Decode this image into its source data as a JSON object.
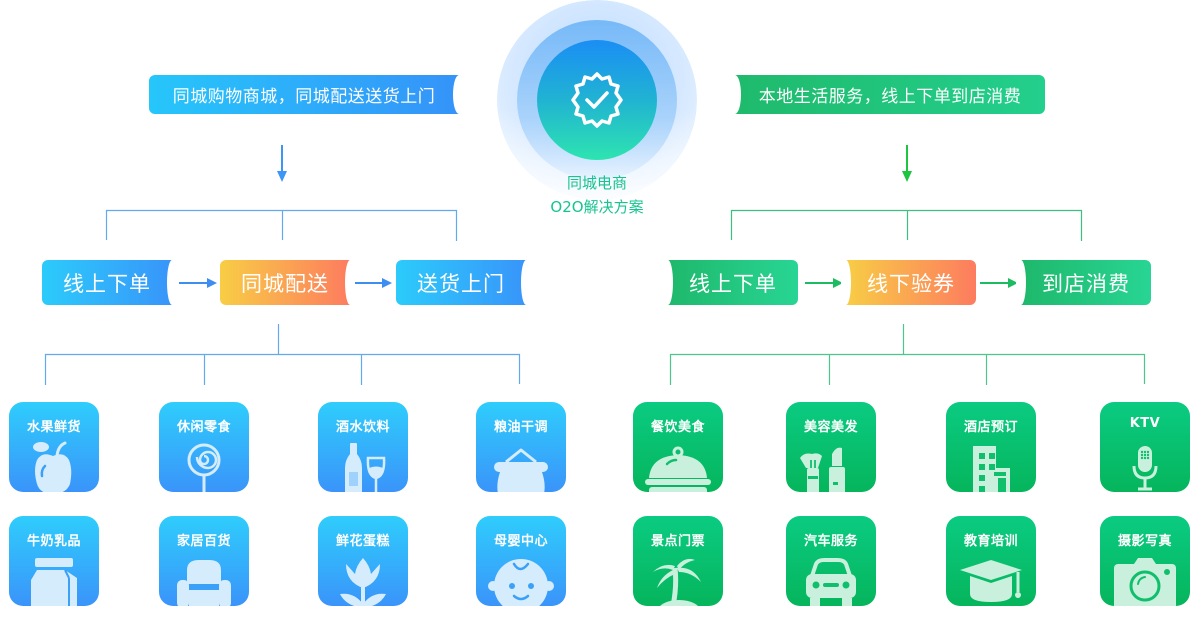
{
  "center": {
    "icon": "verified-badge-check-icon",
    "line1": "同城电商",
    "line2": "O2O解决方案"
  },
  "left": {
    "header": "同城购物商城，同城配送送货上门",
    "accent_color": "#3593f9",
    "steps": [
      {
        "label": "线上下单",
        "style": "blue"
      },
      {
        "label": "同城配送",
        "style": "orange"
      },
      {
        "label": "送货上门",
        "style": "blue"
      }
    ],
    "tiles": [
      {
        "label": "水果鲜货",
        "icon": "apple-icon"
      },
      {
        "label": "休闲零食",
        "icon": "lollipop-icon"
      },
      {
        "label": "酒水饮料",
        "icon": "wine-bottle-glass-icon"
      },
      {
        "label": "粮油干调",
        "icon": "grain-sack-icon"
      },
      {
        "label": "牛奶乳品",
        "icon": "milk-carton-icon"
      },
      {
        "label": "家居百货",
        "icon": "armchair-icon"
      },
      {
        "label": "鲜花蛋糕",
        "icon": "tulip-icon"
      },
      {
        "label": "母婴中心",
        "icon": "baby-face-icon"
      }
    ]
  },
  "right": {
    "header": "本地生活服务，线上下单到店消费",
    "accent_color": "#1fba6c",
    "steps": [
      {
        "label": "线上下单",
        "style": "green"
      },
      {
        "label": "线下验券",
        "style": "orange"
      },
      {
        "label": "到店消费",
        "style": "green"
      }
    ],
    "tiles": [
      {
        "label": "餐饮美食",
        "icon": "food-cloche-icon"
      },
      {
        "label": "美容美发",
        "icon": "makeup-brush-lipstick-icon"
      },
      {
        "label": "酒店预订",
        "icon": "hotel-building-icon"
      },
      {
        "label": "KTV",
        "icon": "microphone-icon"
      },
      {
        "label": "景点门票",
        "icon": "palm-tree-icon"
      },
      {
        "label": "汽车服务",
        "icon": "car-icon"
      },
      {
        "label": "教育培训",
        "icon": "graduation-cap-icon"
      },
      {
        "label": "摄影写真",
        "icon": "camera-icon"
      }
    ]
  }
}
